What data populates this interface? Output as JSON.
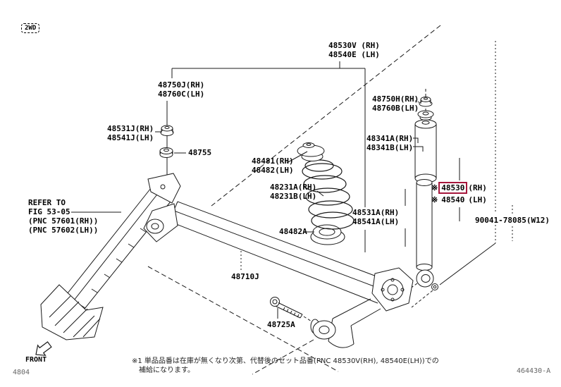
{
  "meta": {
    "drive_badge": "2WD",
    "page_code": "4804",
    "figure_code": "464430-A",
    "front_label": "FRONT",
    "highlight_color": "#a6173c"
  },
  "refer_note": {
    "line1": "REFER TO",
    "line2": "FIG 53-05",
    "line3": "(PNC 57601(RH))",
    "line4": "(PNC 57602(LH))"
  },
  "footnote": {
    "line1": "※1 単品品番は在庫が無くなり次第、代替後のセット品番(PNC 48530V(RH), 48540E(LH))での",
    "line2": "補給になります。"
  },
  "parts": {
    "assembly": {
      "rh": "48530V (RH)",
      "lh": "48540E (LH)"
    },
    "support_lh": {
      "rh": "48750J(RH)",
      "lh": "48760C(LH)"
    },
    "retainer_lh": {
      "rh": "48531J(RH)",
      "lh": "48541J(LH)"
    },
    "cushion": {
      "no": "48755"
    },
    "insulator_upper": {
      "rh": "48481(RH)",
      "lh": "48482(LH)"
    },
    "coil_spring": {
      "rh": "48231A(RH)",
      "lh": "48231B(LH)"
    },
    "support_rh": {
      "rh": "48750H(RH)",
      "lh": "48760B(LH)"
    },
    "shock_cover": {
      "rh": "48341A(RH)",
      "lh": "48341B(LH)"
    },
    "bumper": {
      "rh": "48531A(RH)",
      "lh": "48541A(LH)"
    },
    "shock": {
      "marker": "※",
      "rh_no": "48530",
      "rh_pos": "(RH)",
      "lh_no": "48540",
      "lh_pos": "(LH)"
    },
    "pin": {
      "no": "90041-78085(W12)"
    },
    "insulator_lower": {
      "no": "48482A"
    },
    "axle_beam": {
      "no": "48710J"
    },
    "bolt": {
      "no": "48725A"
    }
  }
}
